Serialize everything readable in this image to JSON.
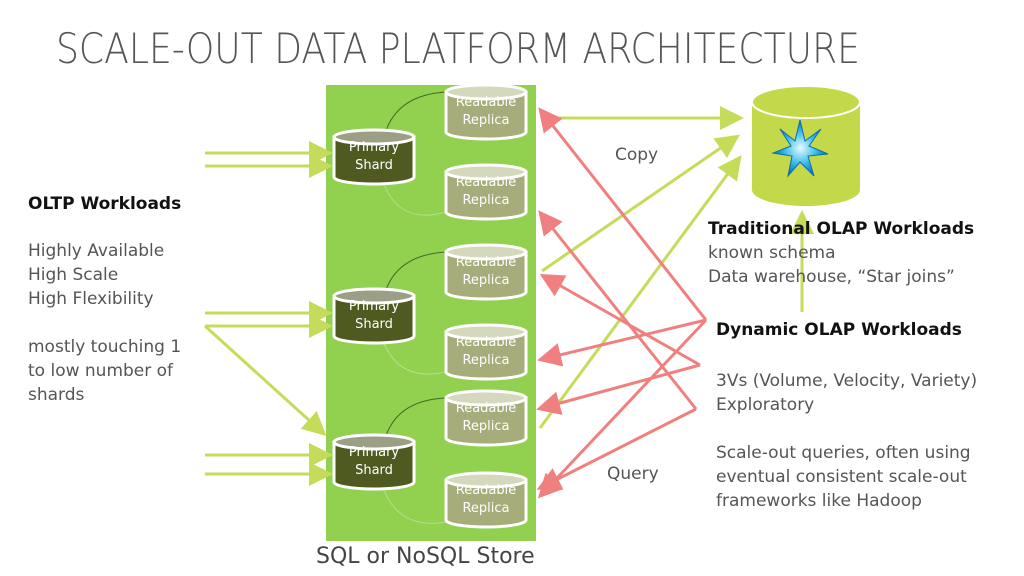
{
  "title": "SCALE-OUT DATA PLATFORM ARCHITECTURE",
  "colors": {
    "store_bg": "#92d050",
    "primary_shard": "#4f5a21",
    "replica": "#a6ad7a",
    "warehouse": "#c4d94a",
    "copy_arrow": "#c5dc5a",
    "query_arrow": "#f08080",
    "star": "#33b8e8"
  },
  "store": {
    "label": "SQL or NoSQL Store",
    "shard_groups": [
      {
        "primary": {
          "line1": "Primary",
          "line2": "Shard"
        },
        "replicas": [
          {
            "line1": "Readable",
            "line2": "Replica"
          },
          {
            "line1": "Readable",
            "line2": "Replica"
          }
        ]
      },
      {
        "primary": {
          "line1": "Primary",
          "line2": "Shard"
        },
        "replicas": [
          {
            "line1": "Readable",
            "line2": "Replica"
          },
          {
            "line1": "Readable",
            "line2": "Replica"
          }
        ]
      },
      {
        "primary": {
          "line1": "Primary",
          "line2": "Shard"
        },
        "replicas": [
          {
            "line1": "Readable",
            "line2": "Replica"
          },
          {
            "line1": "Readable",
            "line2": "Replica"
          }
        ]
      }
    ]
  },
  "oltp": {
    "heading": "OLTP Workloads",
    "lines": [
      "Highly Available",
      "High Scale",
      "High Flexibility"
    ],
    "note_lines": [
      "mostly touching 1",
      "to low number of",
      "shards"
    ]
  },
  "labels": {
    "copy": "Copy",
    "query": "Query"
  },
  "warehouse": {
    "icon": "star-icon"
  },
  "traditional_olap": {
    "heading": "Traditional OLAP Workloads",
    "lines": [
      "known schema",
      "Data warehouse, “Star joins”"
    ]
  },
  "dynamic_olap": {
    "heading": "Dynamic OLAP Workloads",
    "lines": [
      "3Vs (Volume, Velocity, Variety)",
      "Exploratory"
    ],
    "note_lines": [
      "Scale-out queries, often using",
      "eventual consistent scale-out",
      "frameworks like Hadoop"
    ]
  }
}
